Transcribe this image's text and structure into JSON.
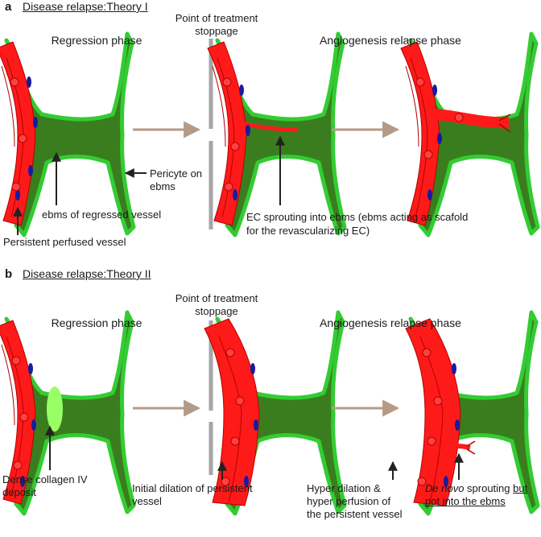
{
  "panel_a": {
    "letter": "a",
    "title": "Disease relapse:Theory I",
    "regression_phase": "Regression phase",
    "stoppage_line1": "Point of treatment",
    "stoppage_line2": "stoppage",
    "relapse_phase": "Angiogenesis relapse phase",
    "pericyte_line1": "Pericyte on",
    "pericyte_line2": "ebms",
    "ebms_regressed": "ebms of regressed vessel",
    "persistent_vessel": "Persistent perfused vessel",
    "sprouting_line1": "EC sprouting into ebms (ebms acting as scafold",
    "sprouting_line2": "for the revascularizing EC)"
  },
  "panel_b": {
    "letter": "b",
    "title": "Disease relapse:Theory II",
    "regression_phase": "Regression phase",
    "stoppage_line1": "Point of treatment",
    "stoppage_line2": "stoppage",
    "relapse_phase": "Angiogenesis relapse phase",
    "collagen_line1": "Dense collagen IV",
    "collagen_line2": "deposit",
    "dilation_line1": "Initial dilation of persistent",
    "dilation_line2": "vessel",
    "hyper_line1": "Hyper dilation &",
    "hyper_line2": "hyper perfusion of",
    "hyper_line3": "the persistent vessel",
    "denovo_italic": "De novo",
    "denovo_rest": " sprouting ",
    "denovo_but": "but",
    "denovo_line2": "not into the ebms"
  },
  "colors": {
    "vessel_red": "#ff1a1a",
    "ebms_green": "#3a7d1e",
    "ebms_light_green": "#33cc33",
    "endothelial_nucleus": "#1a1aa0",
    "arrow_tan": "#b59a85",
    "divider_gray": "#a6a6a6"
  }
}
